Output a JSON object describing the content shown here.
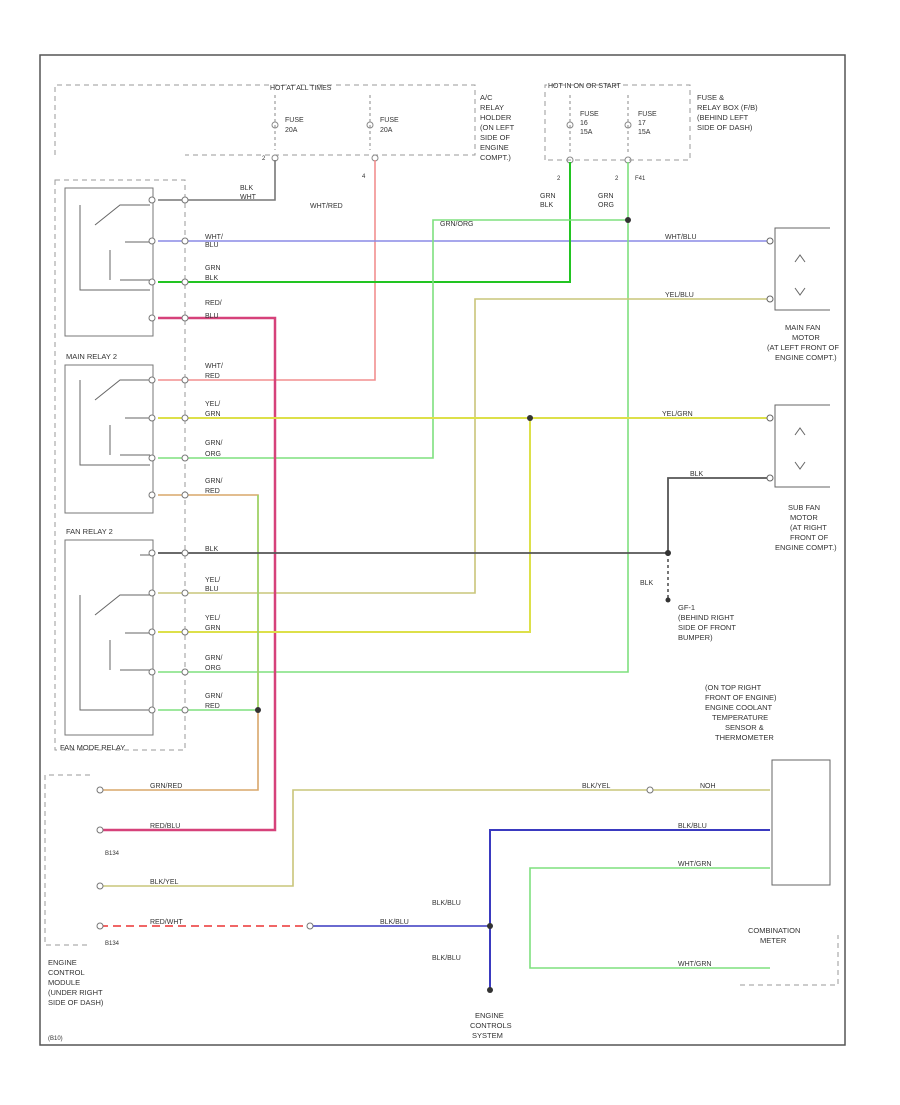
{
  "labels": {
    "hot_at_all_times": "HOT AT ALL TIMES",
    "hot_in_on_or_start": "HOT IN ON OR START",
    "fuse_a": "FUSE",
    "fuse_a_amp": "20A",
    "fuse_b": "FUSE",
    "fuse_b_amp": "20A",
    "fuse_c": "FUSE",
    "fuse_c_num": "16",
    "fuse_c_amp": "15A",
    "fuse_d": "FUSE",
    "fuse_d_num": "17",
    "fuse_d_amp": "15A",
    "relay_holder_1": "A/C",
    "relay_holder_2": "RELAY",
    "relay_holder_3": "HOLDER",
    "relay_holder_4": "(ON LEFT",
    "relay_holder_5": "SIDE OF",
    "relay_holder_6": "ENGINE",
    "relay_holder_7": "COMPT.)",
    "fuse_box_1": "FUSE &",
    "fuse_box_2": "RELAY BOX (F/B)",
    "fuse_box_3": "(BEHIND LEFT",
    "fuse_box_4": "SIDE OF DASH)",
    "pin_2a": "2",
    "pin_4a": "4",
    "pin_2b": "2",
    "pin_2c": "2",
    "pin_f41": "F41",
    "wire_blk_top": "BLK",
    "wire_blk_top2": "WHT",
    "wire_wht_red": "WHT/RED",
    "wire_grn_blk_c": "GRN",
    "wire_grn_blk_c2": "BLK",
    "wire_grn_org": "GRN",
    "wire_grn_org2": "ORG",
    "wire_grn_org_h": "GRN/ORG",
    "wire_wht_blu_r": "WHT/BLU",
    "wire_yel_blu_r": "YEL/BLU",
    "wire_yel_grn_r": "YEL/GRN",
    "wire_blk_r": "BLK",
    "main_fan_1": "MAIN FAN",
    "main_fan_2": "MOTOR",
    "main_fan_3": "(AT LEFT FRONT OF",
    "main_fan_4": "ENGINE COMPT.)",
    "sub_fan_1": "SUB FAN",
    "sub_fan_2": "MOTOR",
    "sub_fan_3": "(AT RIGHT",
    "sub_fan_4": "FRONT OF",
    "sub_fan_5": "ENGINE COMPT.)",
    "relay1_t1": "WHT/",
    "relay1_t1b": "BLU",
    "relay1_t2": "GRN",
    "relay1_t2b": "BLK",
    "relay1_t3": "RED/",
    "relay1_t3b": "BLU",
    "main_relay2": "MAIN RELAY 2",
    "r2_t1": "WHT/",
    "r2_t1b": "RED",
    "r2_t2": "YEL/",
    "r2_t2b": "GRN",
    "r2_t3": "GRN/",
    "r2_t3b": "ORG",
    "r2_t4": "GRN/",
    "r2_t4b": "RED",
    "fan_relay2": "FAN RELAY 2",
    "fr_t1": "BLK",
    "fr_t2": "YEL/",
    "fr_t2b": "BLU",
    "fr_t3": "YEL/",
    "fr_t3b": "GRN",
    "fr_t4": "GRN/",
    "fr_t4b": "ORG",
    "fr_t5": "GRN/",
    "fr_t5b": "RED",
    "ground_blk": "BLK",
    "ground_1": "GF-1",
    "ground_2": "(BEHIND RIGHT",
    "ground_3": "SIDE OF FRONT",
    "ground_4": "BUMPER)",
    "fan_mode_relay": "FAN MODE RELAY",
    "ecm_1": "ENGINE",
    "ecm_2": "CONTROL",
    "ecm_3": "MODULE",
    "ecm_4": "(UNDER RIGHT",
    "ecm_5": "SIDE OF DASH)",
    "ecm_code": "(B10)",
    "b134_a": "B134",
    "b134_b": "B134",
    "ecm_w1": "GRN/RED",
    "ecm_w2": "RED/BLU",
    "ecm_w3": "BLK/YEL",
    "ecm_w4": "RED/WHT",
    "ecm_w5": "BLK/BLU",
    "sensor_1": "(ON TOP RIGHT",
    "sensor_2": "FRONT OF ENGINE)",
    "sensor_3": "ENGINE COOLANT",
    "sensor_4": "TEMPERATURE",
    "sensor_5": "SENSOR &",
    "sensor_6": "THERMOMETER",
    "s_w1": "BLK/YEL",
    "s_w1b": "NOH",
    "s_w2": "BLK/BLU",
    "s_w3": "WHT/GRN",
    "s_w4": "WHT/GRN",
    "blk_blu_a": "BLK/BLU",
    "blk_blu_b": "BLK/BLU",
    "combo_1": "COMBINATION",
    "combo_2": "METER",
    "engine_ctrl_1": "ENGINE",
    "engine_ctrl_2": "CONTROLS",
    "engine_ctrl_3": "SYSTEM"
  },
  "colors": {
    "frame": "#555555",
    "dash": "#9a9a9a",
    "blue_wire": "#8a8ae6",
    "green_wire": "#22c422",
    "light_green_wire": "#7ee07e",
    "pink_wire": "#f28f8f",
    "magenta_wire": "#d6427a",
    "yellow_wire": "#dde04a",
    "olive_wire": "#c9c57a",
    "tan_wire": "#d8a76a",
    "black_wire": "#555555",
    "navy_wire": "#3a3ac0",
    "red_dash_wire": "#ee5050"
  }
}
